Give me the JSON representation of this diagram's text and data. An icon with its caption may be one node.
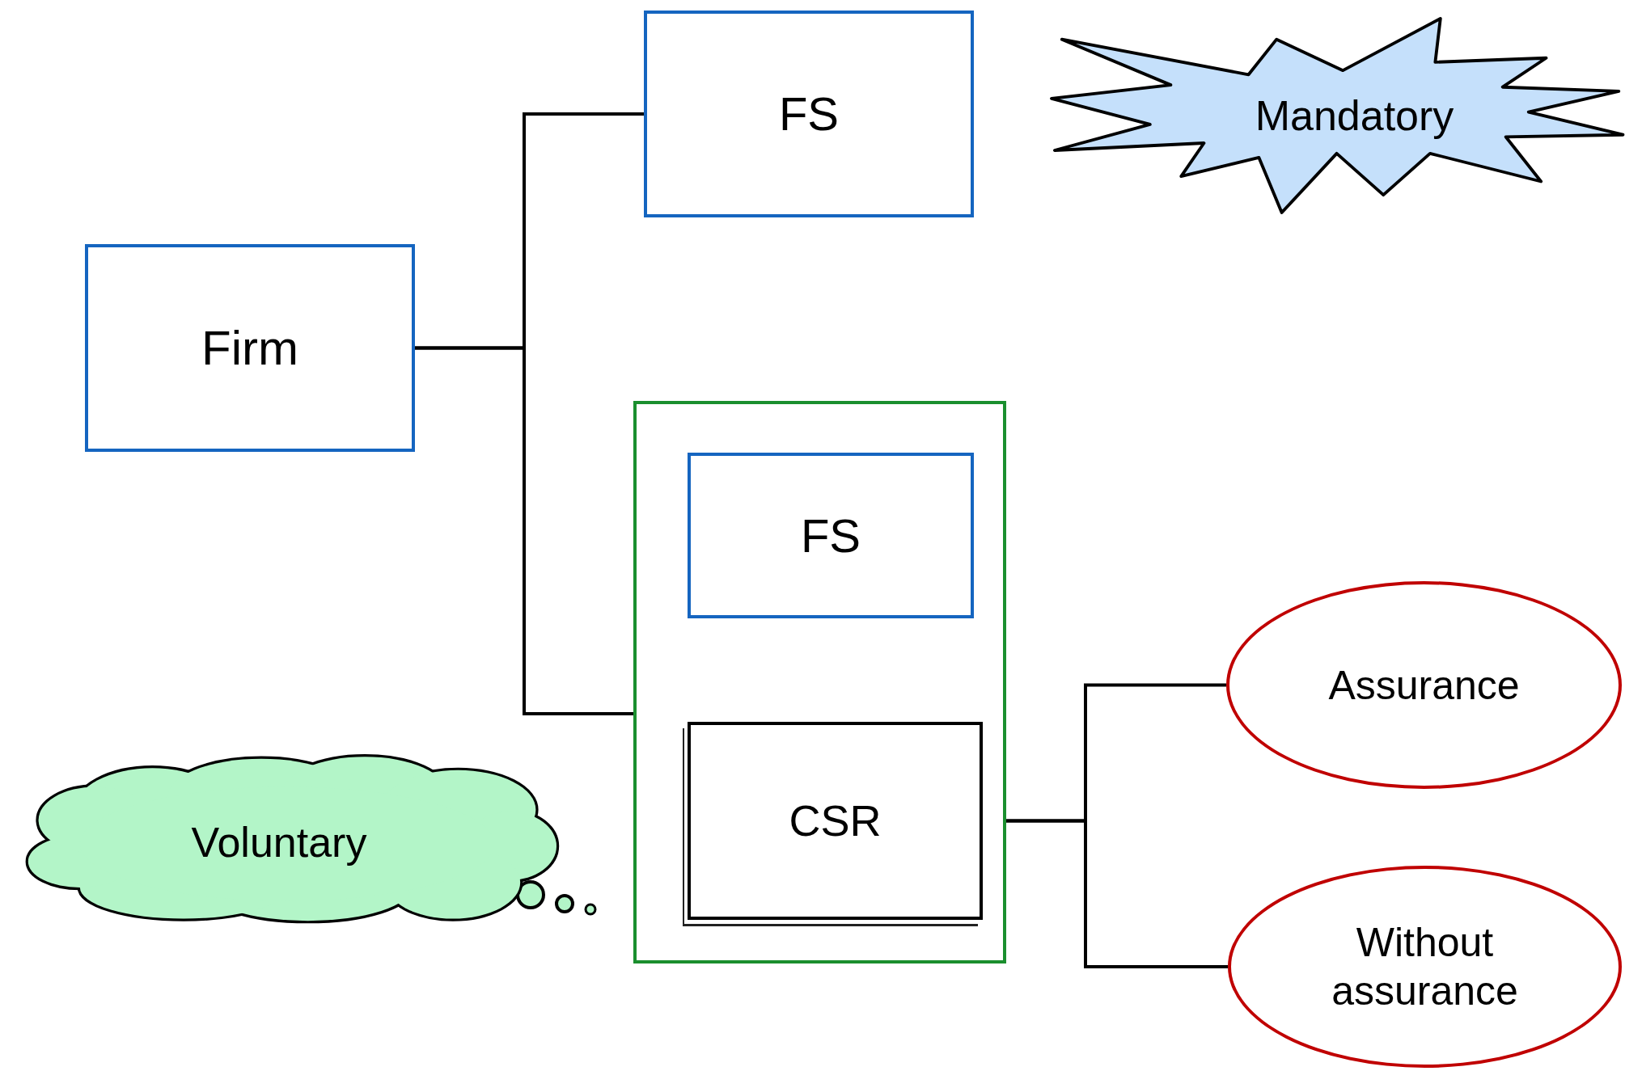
{
  "diagram": {
    "nodes": [
      {
        "text": [
          "Firm"
        ]
      },
      {
        "text": [
          "FS"
        ]
      },
      {
        "text": [
          "Mandatory"
        ]
      },
      {
        "text": [],
        "shape": "box"
      },
      {
        "text": [
          "FS"
        ],
        "in": 3
      },
      {
        "text": [
          "CSR"
        ],
        "in": 3
      },
      {
        "text": [
          "Assurance"
        ]
      },
      {
        "text": [
          "Without assurance"
        ]
      },
      {
        "text": [
          "Voluntary"
        ]
      }
    ],
    "edges": [
      {
        "from": 0,
        "to": 1,
        "arrow": "none"
      },
      {
        "from": 0,
        "to": 3,
        "arrow": "none"
      },
      {
        "from": 5,
        "to": 6,
        "arrow": "none"
      },
      {
        "from": 5,
        "to": 7,
        "arrow": "none"
      }
    ]
  }
}
